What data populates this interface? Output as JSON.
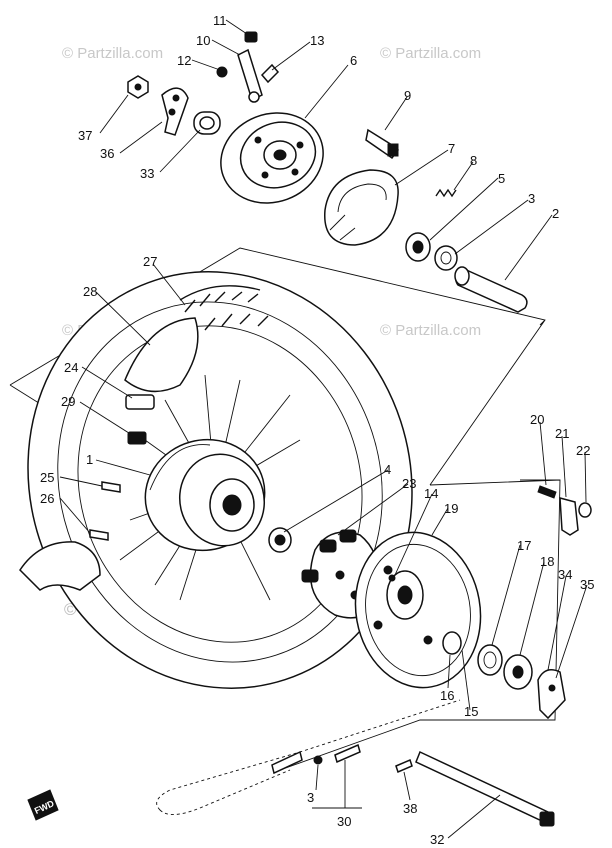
{
  "watermark": "© Partzilla.com",
  "direction_marker": "FWD",
  "callouts": [
    "11",
    "10",
    "13",
    "12",
    "6",
    "37",
    "36",
    "33",
    "9",
    "7",
    "8",
    "5",
    "3",
    "2",
    "27",
    "28",
    "24",
    "29",
    "1",
    "25",
    "26",
    "4",
    "23",
    "14",
    "19",
    "20",
    "21",
    "22",
    "17",
    "18",
    "34",
    "35",
    "16",
    "15",
    "3",
    "30",
    "38",
    "32"
  ]
}
